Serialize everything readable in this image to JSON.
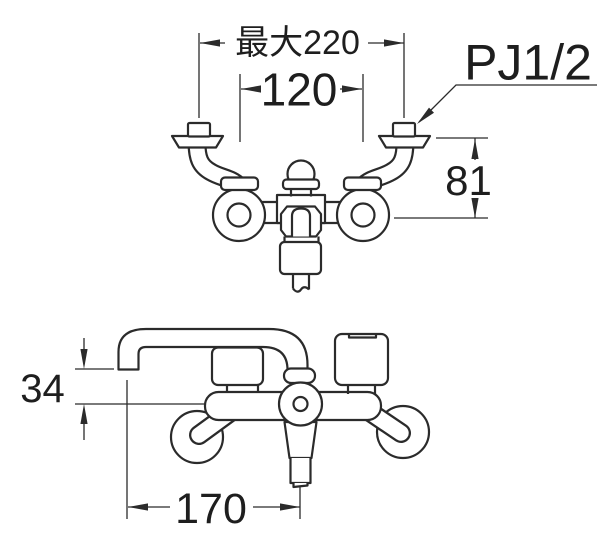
{
  "page": {
    "background": "#ffffff",
    "line_color": "#2b2b2b",
    "text_color": "#1e1e1e"
  },
  "drawing": {
    "labels": {
      "max_width": "最大220",
      "faucet_pitch": "120",
      "thread_size": "PJ1/2",
      "inlet_height": "81",
      "spout_clearance": "34",
      "spout_reach": "170"
    }
  }
}
